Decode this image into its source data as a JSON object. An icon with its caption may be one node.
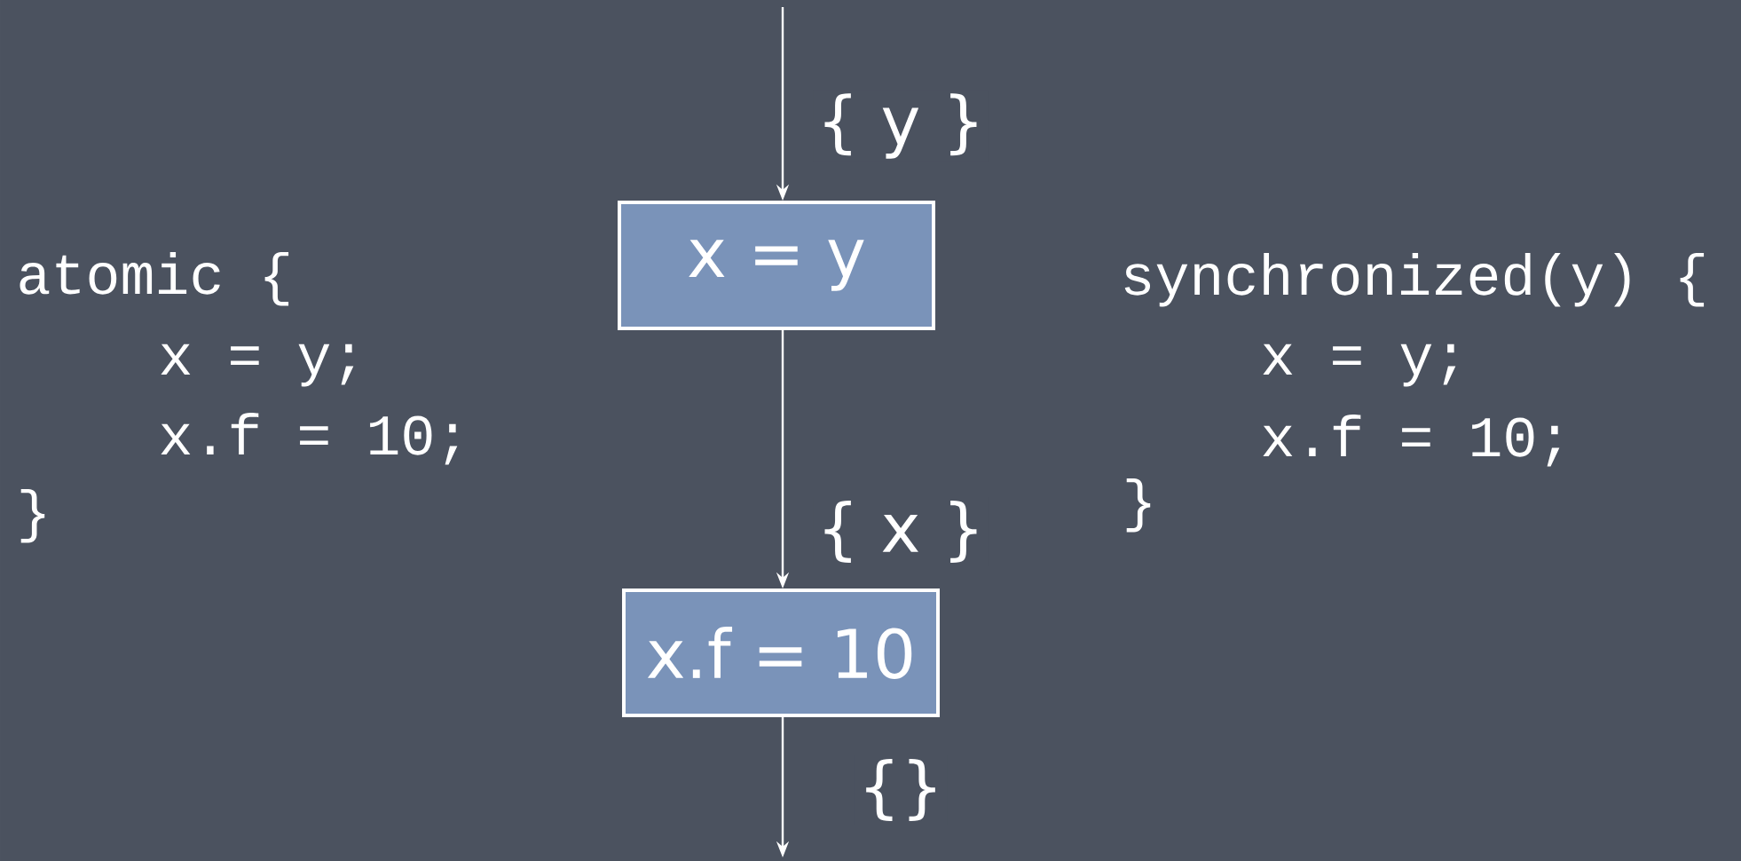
{
  "diagram": {
    "nodes": [
      {
        "text": [
          "x = y"
        ]
      },
      {
        "text": [
          "x.f = 10"
        ]
      }
    ],
    "edges": [
      {
        "from": null,
        "to": 0,
        "arrow": "to",
        "label": "{ y }"
      },
      {
        "from": 0,
        "to": 1,
        "arrow": "to",
        "label": "{ x }"
      },
      {
        "from": 1,
        "to": null,
        "arrow": "to",
        "label": "{}"
      }
    ],
    "labels": [
      "atomic {",
      "x = y;",
      "x.f = 10;",
      "}",
      "synchronized(y) {",
      "x = y;",
      "x.f = 10;",
      "}"
    ]
  }
}
